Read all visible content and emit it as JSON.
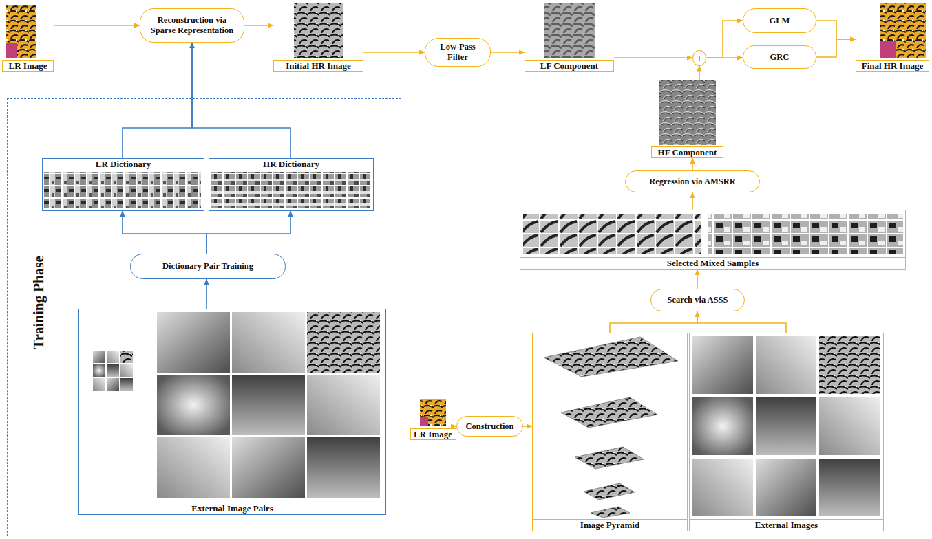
{
  "diagram": {
    "nodes": [
      {
        "text": [
          "LR Image"
        ]
      },
      {
        "text": [
          "Reconstruction via Sparse Representation"
        ]
      },
      {
        "text": [
          "Initial HR Image"
        ]
      },
      {
        "text": [
          "Low-Pass Filter"
        ]
      },
      {
        "text": [
          "LF Component"
        ]
      },
      {
        "text": [
          "+"
        ]
      },
      {
        "text": [
          "GLM"
        ]
      },
      {
        "text": [
          "GRC"
        ]
      },
      {
        "text": [
          "Final HR Image"
        ]
      },
      {
        "text": [
          "Training Phase"
        ]
      },
      {
        "text": [
          "LR Dictionary"
        ],
        "in": 9
      },
      {
        "text": [
          "HR Dictionary"
        ],
        "in": 9
      },
      {
        "text": [
          "Dictionary Pair Training"
        ],
        "in": 9
      },
      {
        "text": [
          "External Image Pairs"
        ],
        "in": 9
      },
      {
        "text": [
          "HF Component"
        ]
      },
      {
        "text": [
          "Regression via AMSRR"
        ]
      },
      {
        "text": [
          "Selected Mixed Samples"
        ]
      },
      {
        "text": [
          "Search via ASSS"
        ]
      },
      {
        "text": [
          "Image Pyramid"
        ]
      },
      {
        "text": [
          "External Images"
        ]
      },
      {
        "text": [
          "LR Image"
        ]
      },
      {
        "text": [
          "Construction"
        ]
      }
    ],
    "edges": [
      {
        "from": 0,
        "to": 1,
        "arrow": "to"
      },
      {
        "from": 1,
        "to": 2,
        "arrow": "to"
      },
      {
        "from": 2,
        "to": 3,
        "arrow": "to"
      },
      {
        "from": 3,
        "to": 4,
        "arrow": "to"
      },
      {
        "from": 4,
        "to": 5,
        "arrow": "to"
      },
      {
        "from": 5,
        "to": 6,
        "arrow": "to"
      },
      {
        "from": 5,
        "to": 7,
        "arrow": "to"
      },
      {
        "from": 6,
        "to": 8,
        "arrow": "to"
      },
      {
        "from": 7,
        "to": 8,
        "arrow": "to"
      },
      {
        "from": 14,
        "to": 5,
        "arrow": "to"
      },
      {
        "from": 15,
        "to": 14,
        "arrow": "to"
      },
      {
        "from": 16,
        "to": 15,
        "arrow": "to"
      },
      {
        "from": 17,
        "to": 16,
        "arrow": "to"
      },
      {
        "from": 18,
        "to": 17,
        "arrow": "to"
      },
      {
        "from": 19,
        "to": 17,
        "arrow": "to"
      },
      {
        "from": 20,
        "to": 21,
        "arrow": "to"
      },
      {
        "from": 21,
        "to": 18,
        "arrow": "to"
      },
      {
        "from": 10,
        "to": 1,
        "arrow": "to"
      },
      {
        "from": 11,
        "to": 1,
        "arrow": "to"
      },
      {
        "from": 12,
        "to": 10,
        "arrow": "to"
      },
      {
        "from": 12,
        "to": 11,
        "arrow": "to"
      },
      {
        "from": 13,
        "to": 12,
        "arrow": "to"
      }
    ]
  }
}
